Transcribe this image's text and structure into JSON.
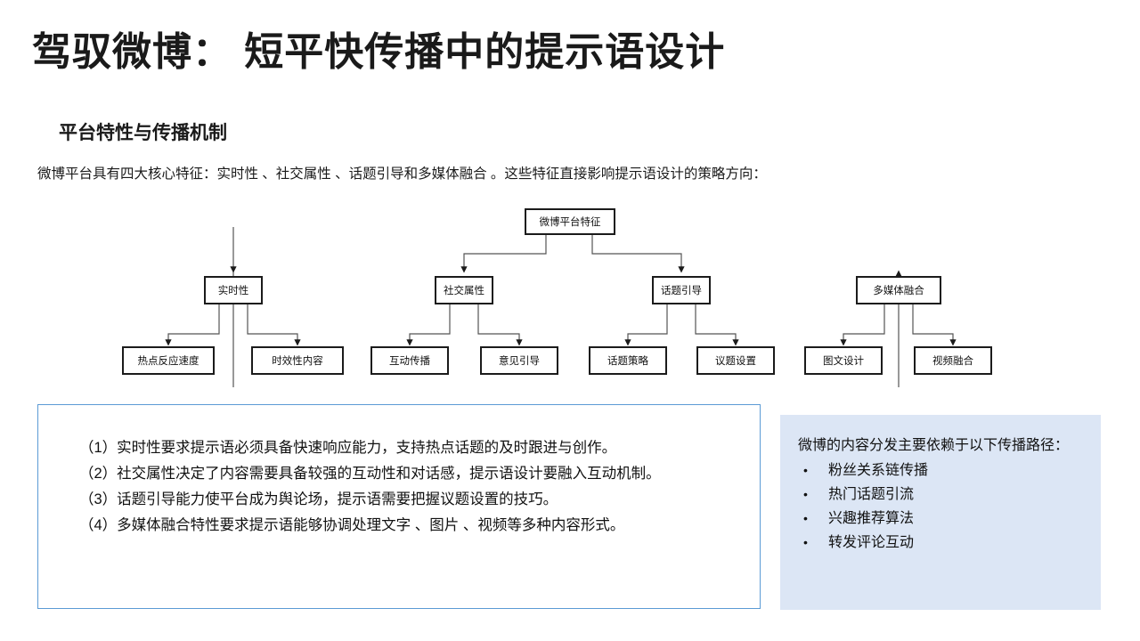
{
  "slide": {
    "title": "驾驭微博： 短平快传播中的提示语设计",
    "section_heading": "平台特性与传播机制",
    "intro_paragraph": "微博平台具有四大核心特征：实时性 、社交属性 、话题引导和多媒体融合 。这些特征直接影响提示语设计的策略方向："
  },
  "diagram": {
    "type": "tree",
    "root": {
      "label": "微博平台特征"
    },
    "branches": [
      {
        "label": "实时性",
        "children": [
          {
            "label": "热点反应速度"
          },
          {
            "label": "时效性内容"
          }
        ]
      },
      {
        "label": "社交属性",
        "children": [
          {
            "label": "互动传播"
          },
          {
            "label": "意见引导"
          }
        ]
      },
      {
        "label": "话题引导",
        "children": [
          {
            "label": "话题策略"
          },
          {
            "label": "议题设置"
          }
        ]
      },
      {
        "label": "多媒体融合",
        "children": [
          {
            "label": "图文设计"
          },
          {
            "label": "视频融合"
          }
        ]
      }
    ],
    "colors": {
      "box_fill": "#ffffff",
      "box_stroke": "#1b1b1b",
      "edge_stroke": "#555555"
    }
  },
  "note_box": {
    "border_color": "#5b9bd5",
    "lines": [
      "（1）实时性要求提示语必须具备快速响应能力，支持热点话题的及时跟进与创作。",
      "（2）社交属性决定了内容需要具备较强的互动性和对话感，提示语设计要融入互动机制。",
      "（3）话题引导能力使平台成为舆论场，提示语需要把握议题设置的技巧。",
      "（4）多媒体融合特性要求提示语能够协调处理文字 、图片 、视频等多种内容形式。"
    ]
  },
  "side_panel": {
    "background_color": "#dce6f5",
    "intro": "微博的内容分发主要依赖于以下传播路径：",
    "bullet_glyph": "•",
    "items": [
      "粉丝关系链传播",
      "热门话题引流",
      "兴趣推荐算法",
      "转发评论互动"
    ]
  }
}
